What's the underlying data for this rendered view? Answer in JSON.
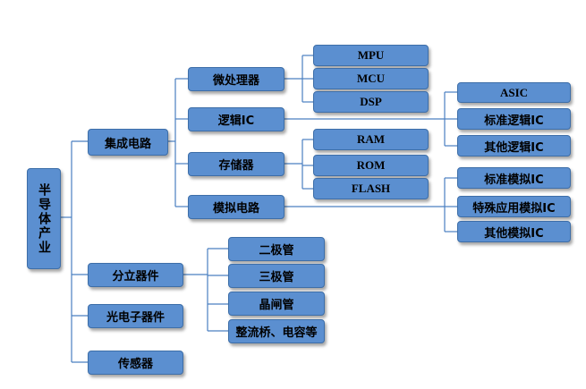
{
  "root": "半导体产业",
  "level1": [
    "集成电路",
    "分立器件",
    "光电子器件",
    "传感器"
  ],
  "ic_children": [
    "微处理器",
    "逻辑IC",
    "存储器",
    "模拟电路"
  ],
  "microprocessor_children": [
    "MPU",
    "MCU",
    "DSP"
  ],
  "memory_children": [
    "RAM",
    "ROM",
    "FLASH"
  ],
  "logic_children": [
    "ASIC",
    "标准逻辑IC",
    "其他逻辑IC"
  ],
  "analog_children": [
    "标准模拟IC",
    "特殊应用模拟IC",
    "其他模拟IC"
  ],
  "discrete_children": [
    "二极管",
    "三极管",
    "晶闸管",
    "整流桥、电容等"
  ],
  "colors": {
    "box_fill": "#5b8fd0",
    "box_border": "#3d6ea8",
    "line": "#4a7fc0"
  }
}
